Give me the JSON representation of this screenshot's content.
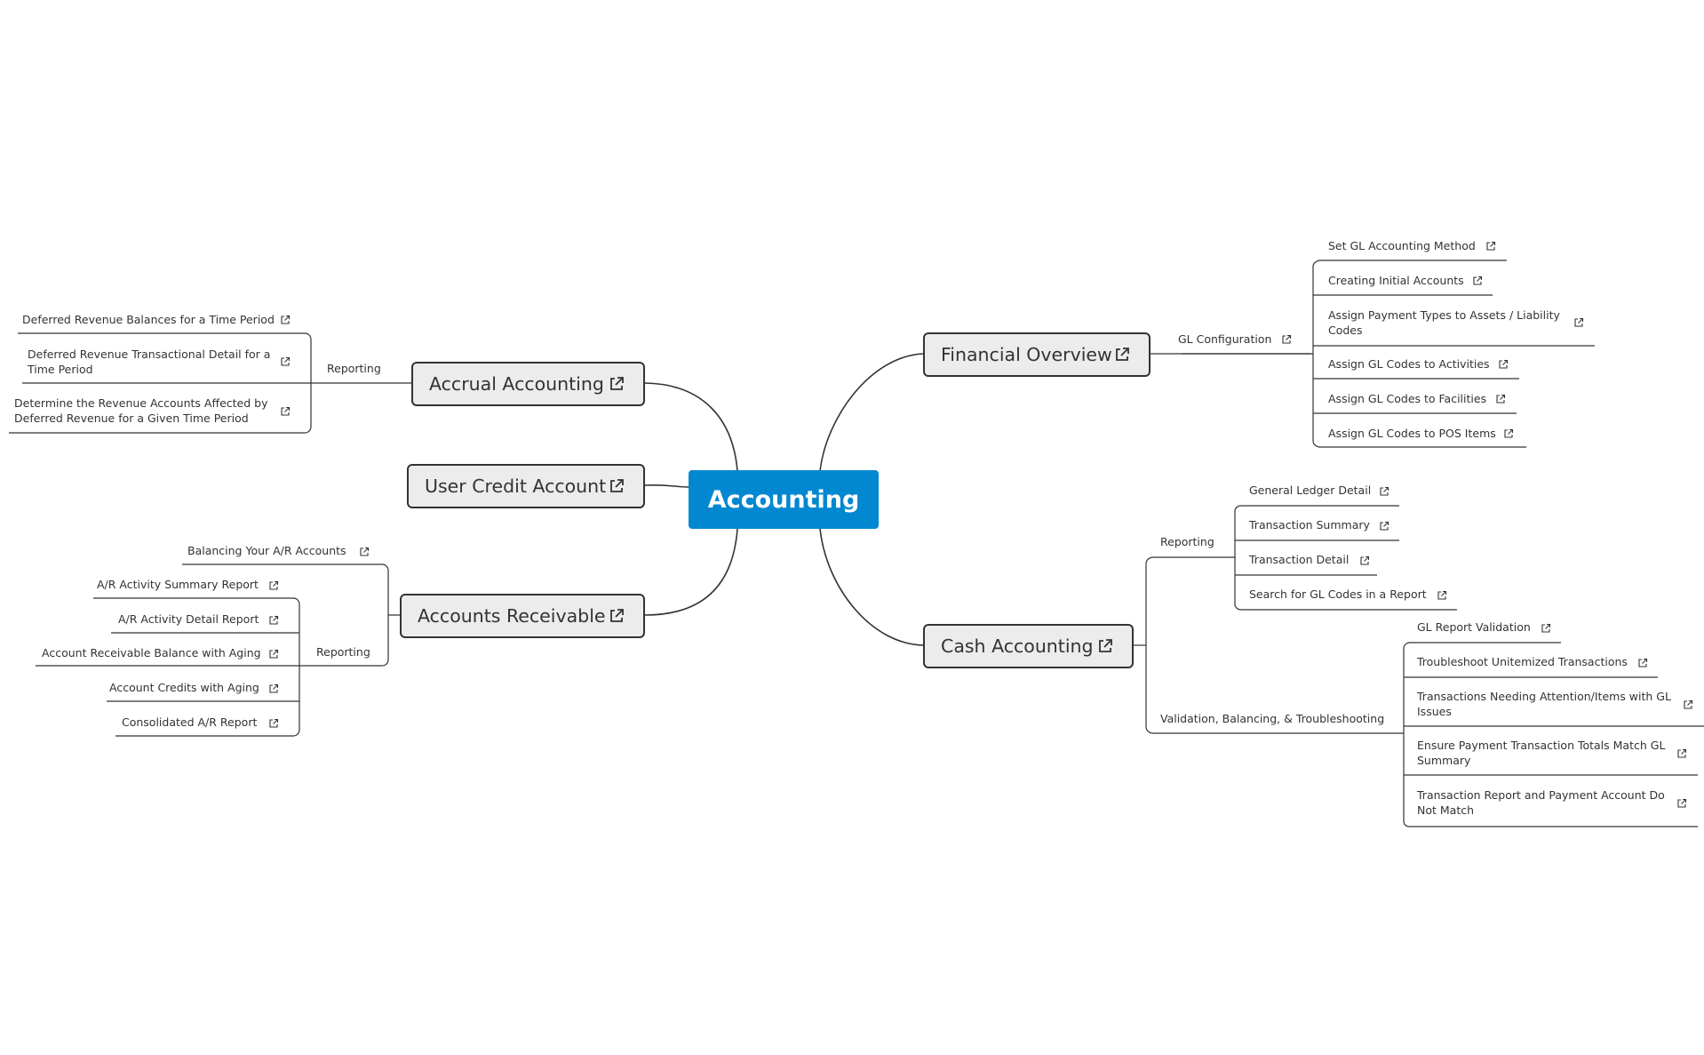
{
  "central": {
    "label": "Accounting"
  },
  "main_topics": {
    "financial_overview": "Financial Overview",
    "cash_accounting": "Cash Accounting",
    "accrual_accounting": "Accrual Accounting",
    "user_credit_account": "User Credit Account",
    "accounts_receivable": "Accounts Receivable"
  },
  "subtopics": {
    "gl_configuration": "GL Configuration",
    "cash_reporting": "Reporting",
    "validation": "Validation, Balancing, & Troubleshooting",
    "accrual_reporting": "Reporting",
    "ar_reporting": "Reporting"
  },
  "gl_config_items": [
    "Set GL Accounting Method",
    "Creating Initial Accounts",
    "Assign Payment Types to Assets / Liability Codes",
    "Assign GL Codes to Activities",
    "Assign GL Codes to Facilities",
    "Assign GL Codes to POS Items"
  ],
  "cash_reporting_items": [
    "General Ledger Detail",
    "Transaction Summary",
    "Transaction Detail",
    "Search for GL Codes in a Report"
  ],
  "validation_items": [
    "GL Report Validation",
    "Troubleshoot Unitemized Transactions",
    "Transactions Needing Attention/Items with GL Issues",
    "Ensure Payment Transaction Totals Match GL Summary",
    "Transaction Report and Payment Account Do Not Match"
  ],
  "accrual_items": [
    "Deferred Revenue Balances for a Time Period",
    "Deferred Revenue Transactional Detail for a Time Period",
    "Determine the Revenue Accounts Affected by Deferred Revenue for a Given Time Period"
  ],
  "ar_items": [
    "Balancing Your A/R Accounts"
  ],
  "ar_reporting_items": [
    "A/R Activity Summary Report",
    "A/R Activity Detail Report",
    "Account Receivable Balance with Aging",
    "Account Credits with Aging",
    "Consolidated A/R Report"
  ],
  "colors": {
    "central": "#0288d1",
    "topic_fill": "#ececec",
    "line": "#333333"
  },
  "icons": {
    "link": "external-link-icon"
  }
}
